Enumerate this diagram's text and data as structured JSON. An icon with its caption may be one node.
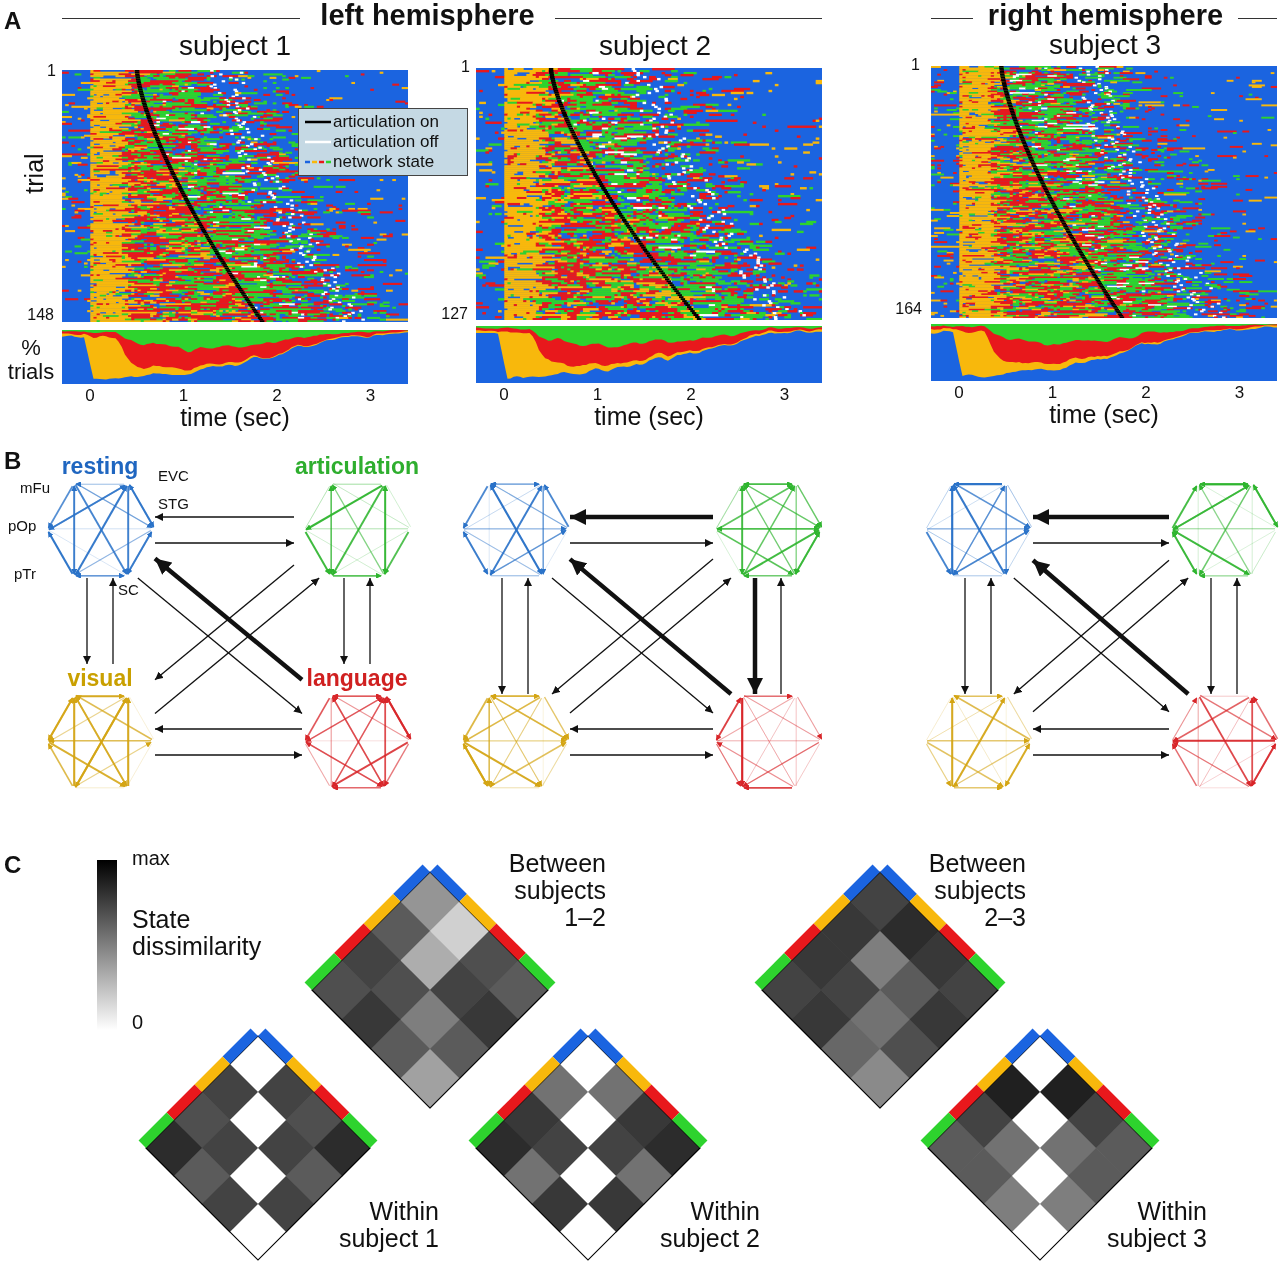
{
  "diagram": {
    "nodes": [
      {
        "text": [
          "resting"
        ],
        "beside": [
          "mFu",
          "EVC",
          "pOp",
          "STG",
          "pTr",
          "SC"
        ]
      },
      {
        "text": [
          "articulation"
        ]
      },
      {
        "text": [
          "visual"
        ]
      },
      {
        "text": [
          "language"
        ]
      },
      {
        "text": [],
        "shape": "hexagon"
      },
      {
        "text": [],
        "shape": "hexagon"
      },
      {
        "text": [],
        "shape": "hexagon"
      },
      {
        "text": [],
        "shape": "hexagon"
      },
      {
        "text": [],
        "shape": "hexagon"
      },
      {
        "text": [],
        "shape": "hexagon"
      },
      {
        "text": [],
        "shape": "hexagon"
      },
      {
        "text": [],
        "shape": "hexagon"
      }
    ],
    "edges": [
      {
        "from": 1,
        "to": 0,
        "arrow": "to"
      },
      {
        "from": 0,
        "to": 1,
        "arrow": "to"
      },
      {
        "from": 0,
        "to": 2,
        "arrow": "to"
      },
      {
        "from": 2,
        "to": 0,
        "arrow": "to"
      },
      {
        "from": 1,
        "to": 3,
        "arrow": "to"
      },
      {
        "from": 3,
        "to": 1,
        "arrow": "to"
      },
      {
        "from": 3,
        "to": 2,
        "arrow": "to"
      },
      {
        "from": 2,
        "to": 3,
        "arrow": "to"
      },
      {
        "from": 3,
        "to": 0,
        "arrow": "to",
        "style": "thick"
      },
      {
        "from": 0,
        "to": 3,
        "arrow": "to"
      },
      {
        "from": 1,
        "to": 2,
        "arrow": "to"
      },
      {
        "from": 2,
        "to": 1,
        "arrow": "to"
      },
      {
        "from": 5,
        "to": 4,
        "arrow": "to",
        "style": "thick"
      },
      {
        "from": 4,
        "to": 5,
        "arrow": "to"
      },
      {
        "from": 4,
        "to": 6,
        "arrow": "to"
      },
      {
        "from": 6,
        "to": 4,
        "arrow": "to"
      },
      {
        "from": 5,
        "to": 7,
        "arrow": "to",
        "style": "thick"
      },
      {
        "from": 7,
        "to": 5,
        "arrow": "to"
      },
      {
        "from": 7,
        "to": 6,
        "arrow": "to"
      },
      {
        "from": 6,
        "to": 7,
        "arrow": "to"
      },
      {
        "from": 7,
        "to": 4,
        "arrow": "to",
        "style": "thick"
      },
      {
        "from": 4,
        "to": 7,
        "arrow": "to"
      },
      {
        "from": 5,
        "to": 6,
        "arrow": "to"
      },
      {
        "from": 6,
        "to": 5,
        "arrow": "to"
      },
      {
        "from": 9,
        "to": 8,
        "arrow": "to",
        "style": "thick"
      },
      {
        "from": 8,
        "to": 9,
        "arrow": "to"
      },
      {
        "from": 8,
        "to": 10,
        "arrow": "to"
      },
      {
        "from": 10,
        "to": 8,
        "arrow": "to"
      },
      {
        "from": 9,
        "to": 11,
        "arrow": "to"
      },
      {
        "from": 11,
        "to": 9,
        "arrow": "to"
      },
      {
        "from": 11,
        "to": 10,
        "arrow": "to"
      },
      {
        "from": 10,
        "to": 11,
        "arrow": "to"
      },
      {
        "from": 11,
        "to": 8,
        "arrow": "to",
        "style": "thick"
      },
      {
        "from": 8,
        "to": 11,
        "arrow": "to"
      },
      {
        "from": 9,
        "to": 10,
        "arrow": "to"
      },
      {
        "from": 10,
        "to": 9,
        "arrow": "to"
      }
    ],
    "labels": [
      "A",
      "left hemisphere",
      "right hemisphere",
      "subject 1",
      "subject 2",
      "subject 3",
      "1",
      "trial",
      "148",
      "1",
      "127",
      "1",
      "164",
      "% trials",
      "0",
      "1",
      "2",
      "3",
      "time (sec)",
      "0",
      "1",
      "2",
      "3",
      "time (sec)",
      "0",
      "1",
      "2",
      "3",
      "time (sec)",
      "B",
      "C",
      "max",
      "State dissimilarity",
      "0",
      "Between subjects 1–2",
      "Between subjects 2–3",
      "Within subject 1",
      "Within subject 2",
      "Within subject 3"
    ],
    "legend": [
      {
        "text": "articulation on"
      },
      {
        "text": "articulation off"
      },
      {
        "text": "network state"
      }
    ]
  }
}
